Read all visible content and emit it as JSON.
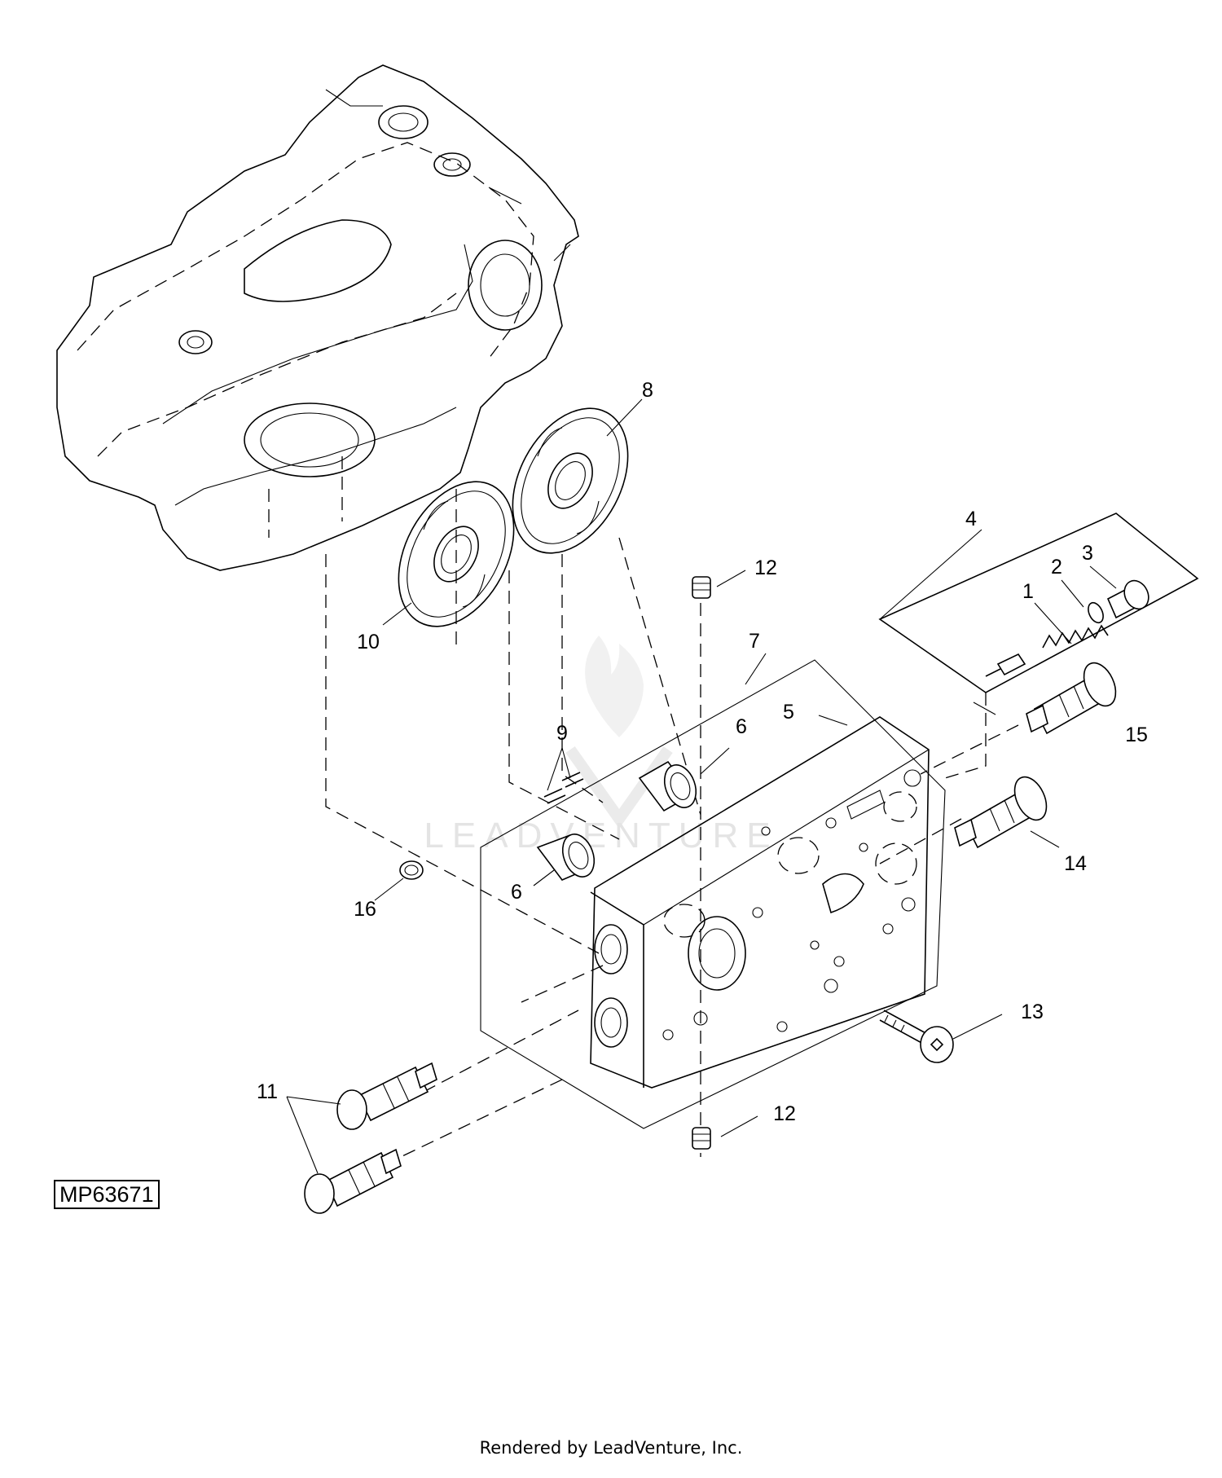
{
  "diagram": {
    "figure_id": "MP63671",
    "footer": "Rendered by LeadVenture, Inc.",
    "watermark": "LEADVENTURE",
    "callouts": {
      "c1": "1",
      "c2": "2",
      "c3": "3",
      "c4": "4",
      "c5": "5",
      "c6a": "6",
      "c6b": "6",
      "c7": "7",
      "c8": "8",
      "c9": "9",
      "c10": "10",
      "c11": "11",
      "c12a": "12",
      "c12b": "12",
      "c13": "13",
      "c14": "14",
      "c15": "15",
      "c16": "16"
    }
  }
}
